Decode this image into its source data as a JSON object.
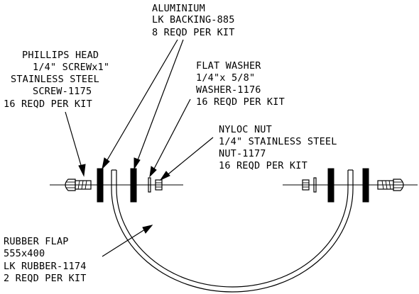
{
  "labels": {
    "aluminium": [
      "ALUMINIUM",
      "LK BACKING-885",
      "8 REQD PER KIT"
    ],
    "screw": [
      "PHILLIPS HEAD",
      "1/4\" SCREWx1\"",
      "STAINLESS STEEL",
      "SCREW-1175",
      "16 REQD PER KIT"
    ],
    "washer": [
      "FLAT WASHER",
      "1/4\"x 5/8\"",
      "WASHER-1176",
      "16 REQD PER KIT"
    ],
    "nut": [
      "NYLOC NUT",
      "1/4\" STAINLESS STEEL",
      "NUT-1177",
      "16 REQD PER KIT"
    ],
    "rubber": [
      "RUBBER FLAP",
      "555x400",
      "LK RUBBER-1174",
      "2 REQD PER KIT"
    ]
  },
  "colors": {
    "line": "#000000",
    "background": "#ffffff"
  }
}
